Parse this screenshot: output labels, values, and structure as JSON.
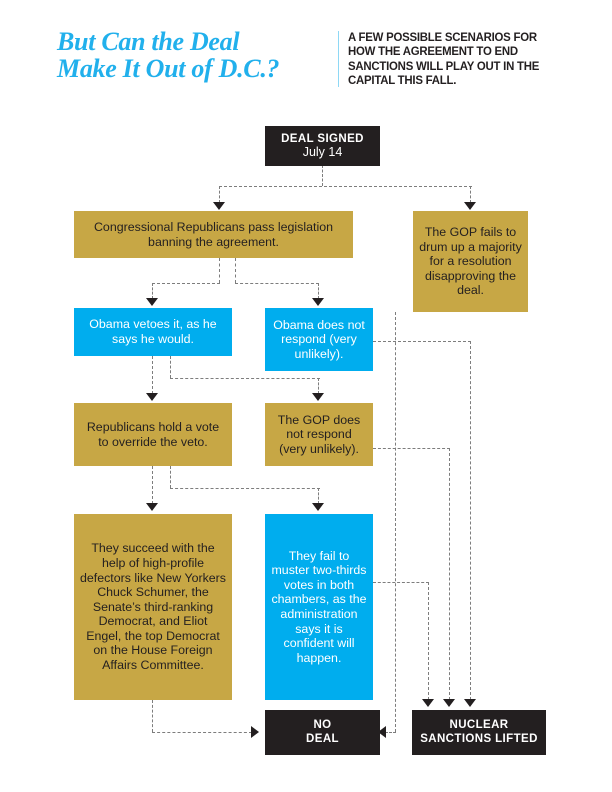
{
  "header": {
    "title_line1": "But Can the Deal",
    "title_line2": "Make It Out of D.C.?",
    "subtitle": "A few possible scenarios for how the agreement to end sanctions will play out in the capital this fall.",
    "accent_blue": "#21b0ec",
    "rule_color": "#8ed8f5"
  },
  "palette": {
    "gold": "#c7a745",
    "blue": "#00adee",
    "dark": "#231f20",
    "connector": "#7d7d7d",
    "background": "#ffffff"
  },
  "chart_data": {
    "type": "diagram",
    "title": "But Can the Deal Make It Out of D.C.?",
    "subtitle": "A few possible scenarios for how the agreement to end sanctions will play out in the capital this fall.",
    "nodes": [
      {
        "id": "deal_signed",
        "label": "DEAL SIGNED",
        "sublabel": "July 14",
        "style": "dark"
      },
      {
        "id": "gop_legislation",
        "label": "Congressional Republicans pass legislation banning the agreement.",
        "style": "gold"
      },
      {
        "id": "gop_fails_majority",
        "label": "The GOP fails to drum up a majority for a resolution disapproving the deal.",
        "style": "gold"
      },
      {
        "id": "obama_vetoes",
        "label": "Obama vetoes it, as he says he would.",
        "style": "blue"
      },
      {
        "id": "obama_no_respond",
        "label": "Obama does not respond (very unlikely).",
        "style": "blue"
      },
      {
        "id": "override_vote",
        "label": "Republicans hold a vote to override the veto.",
        "style": "gold"
      },
      {
        "id": "gop_no_respond",
        "label": "The GOP does not respond (very unlikely).",
        "style": "gold"
      },
      {
        "id": "they_succeed",
        "label": "They succeed with the help of high-profile defectors like New Yorkers Chuck Schumer, the Senate’s third-ranking Democrat, and Eliot Engel, the top Democrat on the House Foreign Affairs Committee.",
        "style": "gold"
      },
      {
        "id": "they_fail",
        "label": "They fail to muster two-thirds votes in both chambers, as the administration says it is confident will happen.",
        "style": "blue"
      },
      {
        "id": "no_deal",
        "label": "NO",
        "sublabel": "DEAL",
        "style": "dark"
      },
      {
        "id": "sanctions_lifted",
        "label": "NUCLEAR",
        "sublabel": "SANCTIONS LIFTED",
        "style": "dark"
      }
    ],
    "edges": [
      {
        "from": "deal_signed",
        "to": "gop_legislation"
      },
      {
        "from": "deal_signed",
        "to": "gop_fails_majority"
      },
      {
        "from": "gop_legislation",
        "to": "obama_vetoes"
      },
      {
        "from": "gop_legislation",
        "to": "obama_no_respond"
      },
      {
        "from": "obama_vetoes",
        "to": "override_vote"
      },
      {
        "from": "obama_vetoes",
        "to": "gop_no_respond"
      },
      {
        "from": "override_vote",
        "to": "they_succeed"
      },
      {
        "from": "override_vote",
        "to": "they_fail"
      },
      {
        "from": "they_succeed",
        "to": "no_deal"
      },
      {
        "from": "they_fail",
        "to": "sanctions_lifted"
      },
      {
        "from": "obama_no_respond",
        "to": "sanctions_lifted"
      },
      {
        "from": "gop_no_respond",
        "to": "sanctions_lifted"
      },
      {
        "from": "gop_fails_majority",
        "to": "no_deal"
      }
    ]
  },
  "nodes": {
    "deal_signed": {
      "title": "DEAL SIGNED",
      "sub": "July 14"
    },
    "gop_legislation": {
      "text": "Congressional Republicans pass legislation banning the agreement."
    },
    "gop_fails_majority": {
      "text": "The GOP fails to drum up a majority for a resolution disapproving the deal."
    },
    "obama_vetoes": {
      "text": "Obama vetoes it, as he says he would."
    },
    "obama_no_respond": {
      "text": "Obama does not respond (very unlikely)."
    },
    "override_vote": {
      "text": "Republicans hold a vote to override the veto."
    },
    "gop_no_respond": {
      "text": "The GOP does not respond (very unlikely)."
    },
    "they_succeed": {
      "text": "They succeed with the help of high-profile defectors like New Yorkers Chuck Schumer, the Senate’s third-ranking Democrat, and Eliot Engel, the top Democrat on the House Foreign Affairs Committee."
    },
    "they_fail": {
      "text": "They fail to muster two-thirds votes in both chambers, as the administration says it is confident will happen."
    },
    "no_deal": {
      "title": "NO",
      "sub": "DEAL"
    },
    "sanctions_lifted": {
      "title": "NUCLEAR",
      "sub": "SANCTIONS LIFTED"
    }
  }
}
